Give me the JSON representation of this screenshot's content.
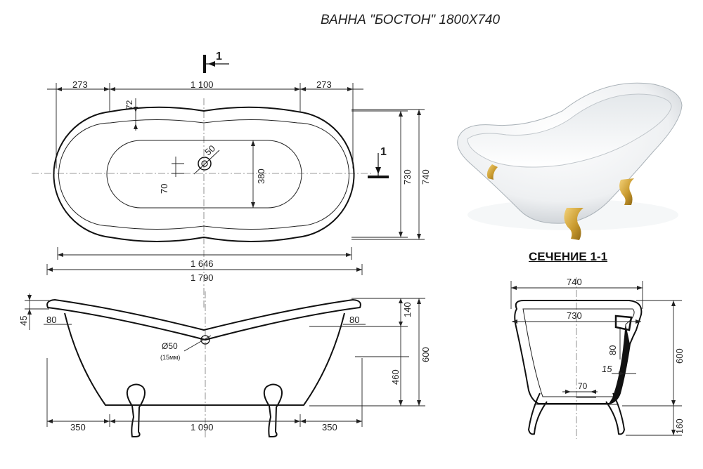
{
  "title": "ВАННА \"БОСТОН\" 1800X740",
  "section_heading": "СЕЧЕНИЕ 1-1",
  "section_marker": "1",
  "top_view": {
    "dims": {
      "end_left": "273",
      "middle": "1 100",
      "end_right": "273",
      "rim_offset": "72",
      "drain": "50",
      "drain_offset": "70",
      "inner_width": "380",
      "inner_length": "1 646",
      "outer_length": "1 790",
      "width_730": "730",
      "width_740": "740"
    }
  },
  "side_view": {
    "dims": {
      "lip": "45",
      "lip_left": "80",
      "lip_right": "80",
      "rim_height": "140",
      "height": "600",
      "drain_height": "460",
      "foot_left": "350",
      "foot_span": "1 090",
      "foot_right": "350",
      "drain_label": "Ø50",
      "drain_sub": "(15мм)"
    }
  },
  "section_view": {
    "dims": {
      "width_740": "740",
      "width_730": "730",
      "lip_80": "80",
      "wall_15": "15",
      "bottom_70": "70",
      "height": "600",
      "leg": "160"
    }
  },
  "photo": {
    "leg_color": "#c99a2e",
    "body_color": "#ffffff"
  }
}
